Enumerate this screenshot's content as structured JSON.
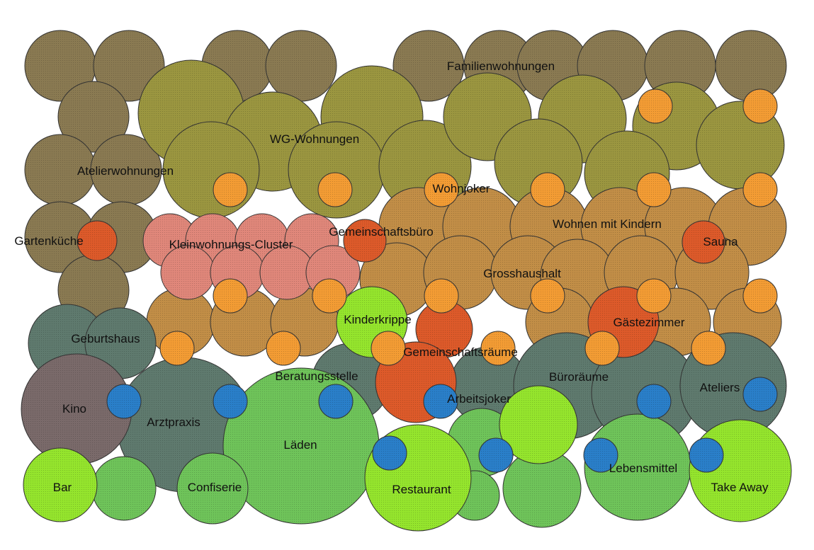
{
  "diagram": {
    "background": "#ffffff",
    "colors": {
      "familienwohnungen": "#8a7a52",
      "wg_wohnungen": "#9b9640",
      "grosshaushalt": "#c28e47",
      "kleinwohnungs_cluster": "#e0877a",
      "gewerbe": "#5f7a6e",
      "kino": "#7a6a6a",
      "laeden": "#6fc45a",
      "restaurant": "#95e52d",
      "gemeinschaft": "#dd5a2a",
      "wohnjoker": "#f39c34",
      "arbeitsjoker": "#2a7fc9",
      "stroke": "#333333"
    },
    "labels": {
      "familienwohnungen": "Familienwohnungen",
      "wg_wohnungen": "WG-Wohnungen",
      "atelierwohnungen": "Atelierwohnungen",
      "gartenkueche": "Gartenküche",
      "kleinwohnungs_cluster": "Kleinwohnungs-Cluster",
      "gemeinschaftsbuero": "Gemeinschaftsbüro",
      "wohnjoker": "Wohnjoker",
      "wohnen_mit_kindern": "Wohnen mit Kindern",
      "sauna": "Sauna",
      "grosshaushalt": "Grosshaushalt",
      "kinderkrippe": "Kinderkrippe",
      "gaestezimmer": "Gästezimmer",
      "geburtshaus": "Geburtshaus",
      "gemeinschaftsraeume": "Gemeinschaftsräume",
      "beratungsstelle": "Beratungsstelle",
      "bueroraeume": "Büroräume",
      "ateliers": "Ateliers",
      "kino": "Kino",
      "arztpraxis": "Arztpraxis",
      "arbeitsjoker": "Arbeitsjoker",
      "laeden": "Läden",
      "lebensmittel": "Lebensmittel",
      "bar": "Bar",
      "confiserie": "Confiserie",
      "restaurant": "Restaurant",
      "take_away": "Take Away"
    }
  }
}
